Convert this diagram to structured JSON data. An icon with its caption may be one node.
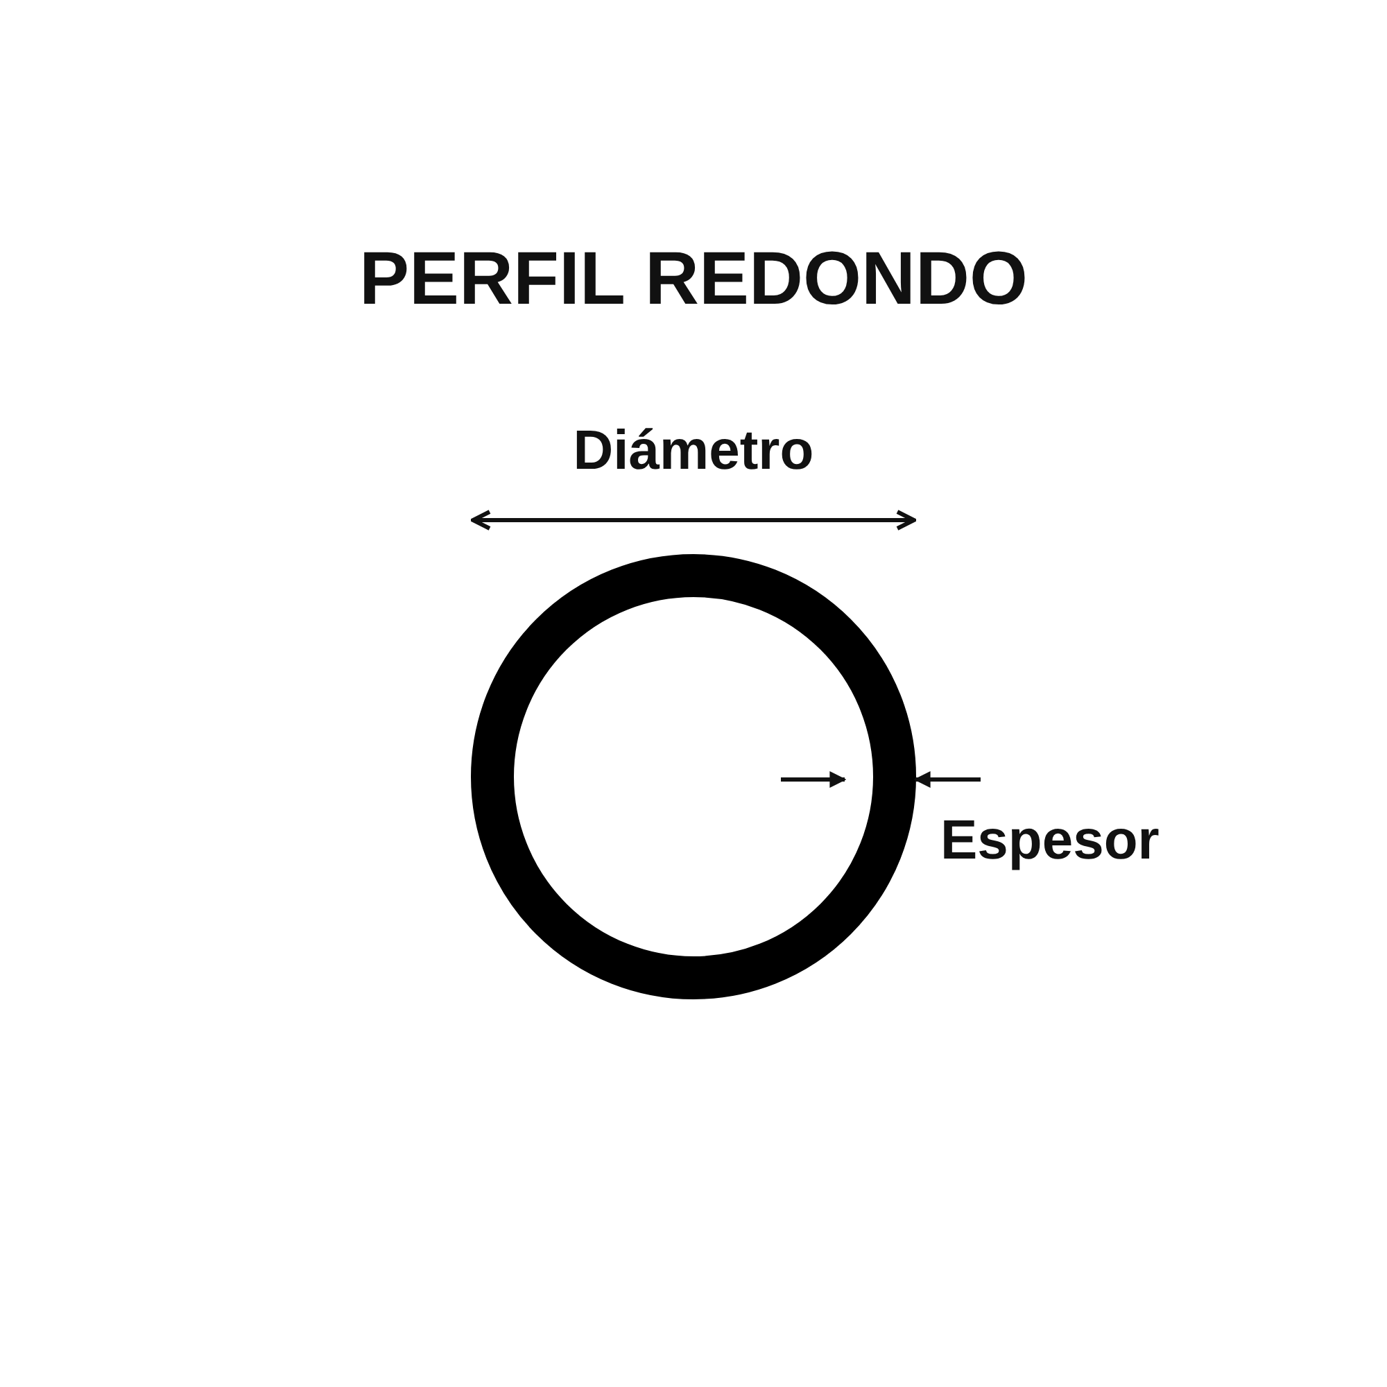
{
  "diagram": {
    "title": "PERFIL REDONDO",
    "labels": [
      "Diámetro",
      "Espesor"
    ]
  }
}
